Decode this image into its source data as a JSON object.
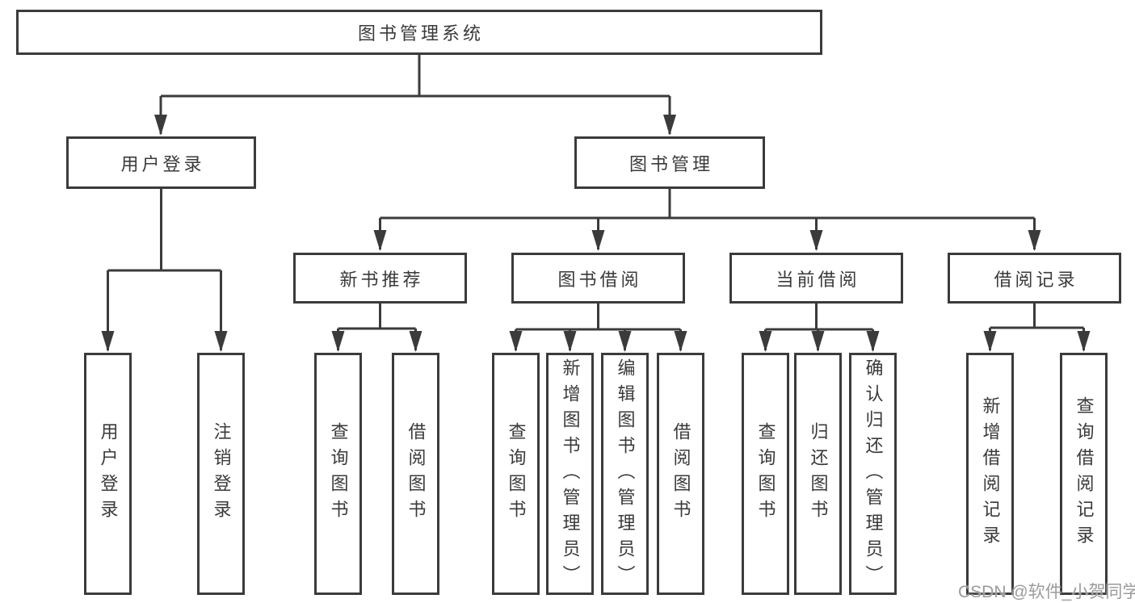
{
  "diagram": {
    "root": "图书管理系统",
    "branches": [
      {
        "label": "用户登录",
        "leaves": [
          "用户登录",
          "注销登录"
        ]
      },
      {
        "label": "图书管理",
        "sections": [
          {
            "label": "新书推荐",
            "leaves": [
              "查询图书",
              "借阅图书"
            ]
          },
          {
            "label": "图书借阅",
            "leaves": [
              "查询图书",
              "新增图书（管理员）",
              "编辑图书（管理员）",
              "借阅图书"
            ]
          },
          {
            "label": "当前借阅",
            "leaves": [
              "查询图书",
              "归还图书",
              "确认归还（管理员）"
            ]
          },
          {
            "label": "借阅记录",
            "leaves": [
              "新增借阅记录",
              "查询借阅记录"
            ]
          }
        ]
      }
    ]
  },
  "colors": {
    "line": "#3b3b3b",
    "text": "#3a3a3a",
    "background": "#ffffff",
    "watermark": "#9b9b9b"
  },
  "watermark": {
    "text": "CSDN @软件_小贺同学"
  }
}
